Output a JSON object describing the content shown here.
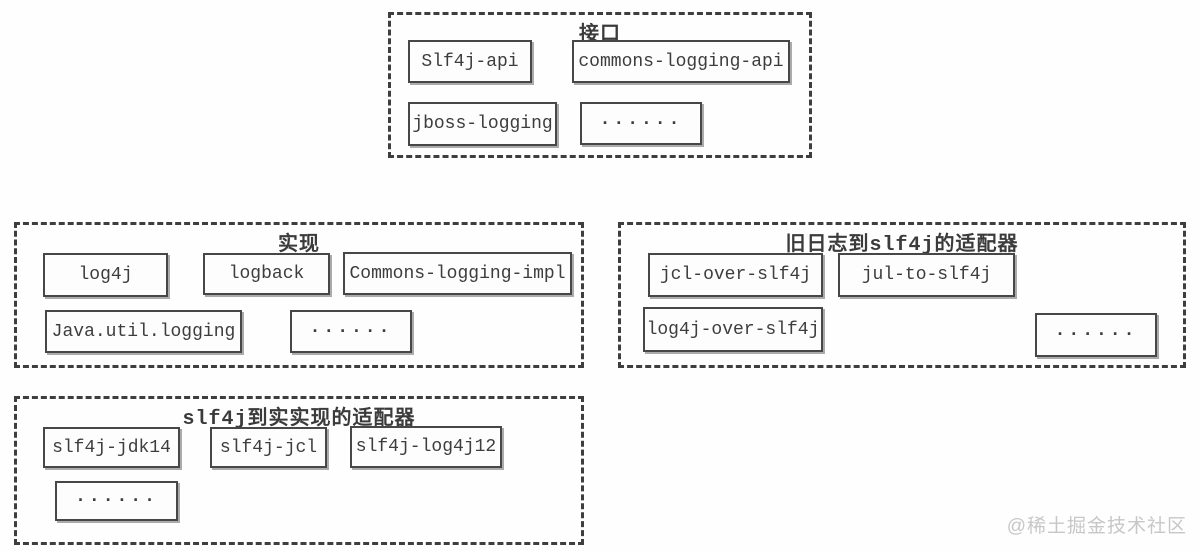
{
  "diagram": {
    "groups": [
      {
        "key": "interface",
        "title": "接口",
        "items": [
          "Slf4j-api",
          "commons-logging-api",
          "jboss-logging",
          "······"
        ]
      },
      {
        "key": "implementations",
        "title": "实现",
        "items": [
          "log4j",
          "logback",
          "Commons-logging-impl",
          "Java.util.logging",
          "······"
        ]
      },
      {
        "key": "old-logging-to-slf4j-adapters",
        "title": "旧日志到slf4j的适配器",
        "items": [
          "jcl-over-slf4j",
          "jul-to-slf4j",
          "log4j-over-slf4j",
          "······"
        ]
      },
      {
        "key": "slf4j-to-impl-adapters",
        "title": "slf4j到实实现的适配器",
        "items": [
          "slf4j-jdk14",
          "slf4j-jcl",
          "slf4j-log4j12",
          "······"
        ]
      }
    ],
    "watermark": "@稀土掘金技术社区"
  },
  "colors": {
    "background": "#fefefe",
    "line": "#3e3e3e",
    "text": "#3b3b3b",
    "watermark": "#c7c7c7"
  }
}
